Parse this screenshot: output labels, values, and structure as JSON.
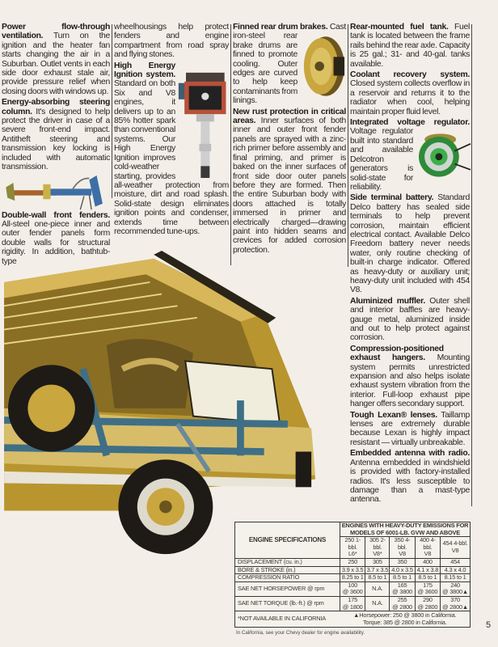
{
  "columns": [
    [
      {
        "title": "Power flow-through ventilation.",
        "body": "Turn on the ignition and the heater fan starts changing the air in a Suburban. Outlet vents in each side door exhaust stale air, provide pressure relief when closing doors with windows up."
      },
      {
        "title": "Energy-absorbing steering column.",
        "body": "It's designed to help protect the driver in case of a severe front-end impact. Antitheft steering and transmission key locking is included with automatic transmission."
      },
      {
        "title": "Double-wall front fenders.",
        "body": "All-steel one-piece inner and outer fender panels form double walls for structural rigidity. In addition, bathtub-type"
      }
    ],
    [
      {
        "title": "",
        "body": "wheelhousings help protect fenders and engine compartment from road spray and flying stones."
      },
      {
        "title": "High Energy Ignition system.",
        "body": "Standard on both Six and V8 engines, it delivers up to an 85% hotter spark than conventional systems. Our High Energy Ignition improves cold-weather starting, provides all-weather protection from moisture, dirt and road splash. Solid-state design eliminates ignition points and condenser, extends time between recommended tune-ups."
      }
    ],
    [
      {
        "title": "Finned rear drum brakes.",
        "body": "Cast iron-steel rear brake drums are finned to promote cooling. Outer edges are curved to help keep contaminants from linings."
      },
      {
        "title": "New rust protection in critical areas.",
        "body": "Inner surfaces of both inner and outer front fender panels are sprayed with a zinc-rich primer before assembly and final priming, and primer is baked on the inner surfaces of front side door outer panels before they are formed. Then the entire Suburban body with doors attached is totally immersed in primer and electrically charged—drawing paint into hidden seams and crevices for added corrosion protection."
      }
    ],
    [
      {
        "title": "Rear-mounted fuel tank.",
        "body": "Fuel tank is located between the frame rails behind the rear axle. Capacity is 25 gal.; 31- and 40-gal. tanks available."
      },
      {
        "title": "Coolant recovery system.",
        "body": "Closed system collects overflow in a reservoir and returns it to the radiator when cool, helping maintain proper fluid level."
      },
      {
        "title": "Integrated voltage regulator.",
        "body": "Voltage regulator built into standard and available Delcotron generators is solid-state for reliability."
      },
      {
        "title": "Side terminal battery.",
        "body": "Standard Delco battery has sealed side terminals to help prevent corrosion, maintain efficient electrical contact. Available Delco Freedom battery never needs water, only routine checking of built-in charge indicator. Offered as heavy-duty or auxiliary unit; heavy-duty unit included with 454 V8."
      },
      {
        "title": "Aluminized muffler.",
        "body": "Outer shell and interior baffles are heavy-gauge metal, aluminized inside and out to help protect against corrosion."
      },
      {
        "title": "Compression-positioned exhaust hangers.",
        "body": "Mounting system permits unrestricted expansion and also helps isolate exhaust system vibration from the interior. Full-loop exhaust pipe hanger offers secondary support."
      },
      {
        "title": "Tough Lexan® lenses.",
        "body": "Taillamp lenses are extremely durable because Lexan is highly impact resistant — virtually unbreakable."
      },
      {
        "title": "Embedded antenna with radio.",
        "body": "Antenna embedded in windshield is provided with factory-installed radios. It's less susceptible to damage than a mast-type antenna."
      }
    ]
  ],
  "table": {
    "corner": "ENGINE SPECIFICATIONS",
    "group_header": "ENGINES WITH HEAVY-DUTY EMISSIONS FOR MODELS OF 6001-LB. GVW AND ABOVE",
    "engines": [
      [
        "250 1-bbl.",
        "L6*"
      ],
      [
        "305 2-bbl.",
        "V8*"
      ],
      [
        "350 4-bbl.",
        "V8"
      ],
      [
        "400 4-bbl.",
        "V8"
      ],
      [
        "454 4-bbl.",
        "V8"
      ]
    ],
    "rows": [
      {
        "label": "DISPLACEMENT (cu. in.)",
        "values": [
          [
            "250"
          ],
          [
            "305"
          ],
          [
            "350"
          ],
          [
            "400"
          ],
          [
            "454"
          ]
        ]
      },
      {
        "label": "BORE & STROKE (in.)",
        "values": [
          [
            "3.9 x 3.5"
          ],
          [
            "3.7 x 3.5"
          ],
          [
            "4.0 x 3.5"
          ],
          [
            "4.1 x 3.8"
          ],
          [
            "4.3 x 4.0"
          ]
        ]
      },
      {
        "label": "COMPRESSION RATIO",
        "values": [
          [
            "8.25 to 1"
          ],
          [
            "8.5 to 1"
          ],
          [
            "8.5 to 1"
          ],
          [
            "8.5 to 1"
          ],
          [
            "8.15 to 1"
          ]
        ]
      },
      {
        "label": "SAE NET HORSEPOWER @ rpm",
        "values": [
          [
            "100",
            "@ 3600"
          ],
          [
            "N.A.",
            ""
          ],
          [
            "165",
            "@ 3800"
          ],
          [
            "175",
            "@ 3600"
          ],
          [
            "240",
            "@ 3800▲"
          ]
        ]
      },
      {
        "label": "SAE NET TORQUE (lb.-ft.) @ rpm",
        "values": [
          [
            "175",
            "@ 1800"
          ],
          [
            "N.A.",
            ""
          ],
          [
            "255",
            "@ 2800"
          ],
          [
            "290",
            "@ 2800"
          ],
          [
            "370",
            "@ 2800▲"
          ]
        ]
      }
    ],
    "footnote_left": "*NOT AVAILABLE IN CALIFORNIA",
    "footnote_right": [
      "▲Horsepower: 250 @ 3800 in California.",
      "Torque: 385 @ 2800 in California."
    ]
  },
  "california_note": "In California, see your Chevy dealer for engine availability.",
  "page_number": "5"
}
